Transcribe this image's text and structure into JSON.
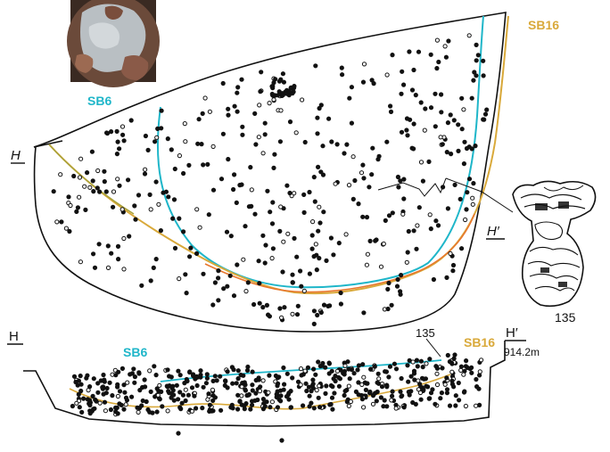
{
  "labels": {
    "sb6_plan": "SB6",
    "sb16_plan": "SB16",
    "h_plan": "H",
    "h_prime_plan": "H′",
    "artifact_number": "135",
    "h_section": "H",
    "h_prime_section": "H′",
    "elevation": "914.2m",
    "sb6_section": "SB6",
    "sb16_section": "SB16",
    "leader_135": "135"
  },
  "colors": {
    "outline": "#111111",
    "sb6": "#1fb6c9",
    "sb16": "#d9a93a",
    "orange_floor": "#e8772e",
    "olive": "#a9a23a",
    "artifact_dot_filled": "#111111",
    "artifact_dot_open": "#ffffff"
  },
  "icons": {
    "photo": "site-photo-thumbnail",
    "pot": "jomon-pottery-vessel-drawing"
  }
}
